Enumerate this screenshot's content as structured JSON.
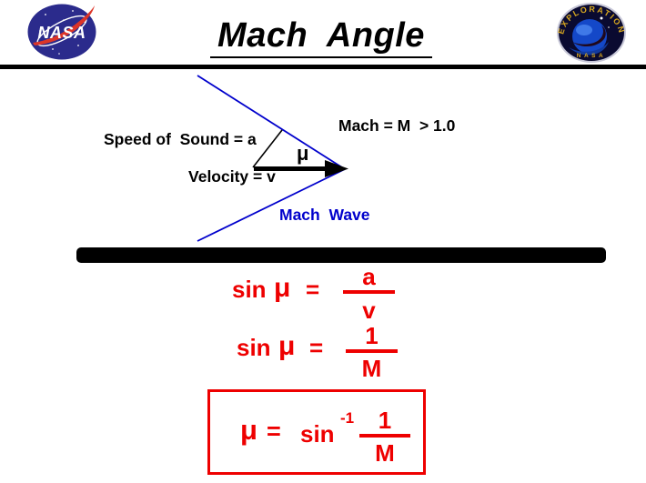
{
  "header": {
    "title": "Mach  Angle",
    "nasa_logo_text": "NASA",
    "exploration_logo": {
      "arc_text": "EXPLORATION",
      "bottom_text": "NASA"
    }
  },
  "diagram": {
    "speed_of_sound_label": "Speed of  Sound = a",
    "velocity_label": "Velocity = v",
    "mach_angle_symbol": "μ",
    "mach_number_label": "Mach = M  > 1.0",
    "mach_wave_label": "Mach  Wave",
    "wave_color": "#0000CC"
  },
  "equations": {
    "color": "#EE0000",
    "eq1": {
      "fn": "sin",
      "angle": "μ",
      "equals": "=",
      "numerator": "a",
      "denominator": "v"
    },
    "eq2": {
      "fn": "sin",
      "angle": "μ",
      "equals": "=",
      "numerator": "1",
      "denominator": "M"
    },
    "eq3": {
      "angle": "μ",
      "equals": "=",
      "fn": "sin",
      "exponent": "-1",
      "numerator": "1",
      "denominator": "M"
    }
  }
}
